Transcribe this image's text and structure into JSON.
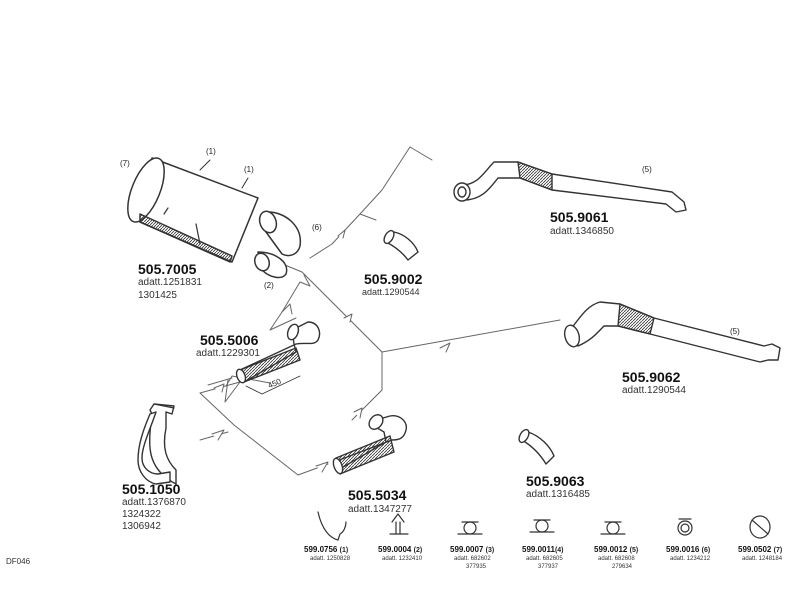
{
  "diagram_code": "DF046",
  "parts": {
    "p7005": {
      "number": "505.7005",
      "adatt1": "adatt.1251831",
      "adatt2": "1301425"
    },
    "p9002": {
      "number": "505.9002",
      "adatt": "adatt.1290544"
    },
    "p9061": {
      "number": "505.9061",
      "adatt": "adatt.1346850"
    },
    "p5006": {
      "number": "505.5006",
      "adatt": "adatt.1229301",
      "length": "450"
    },
    "p9062": {
      "number": "505.9062",
      "adatt": "adatt.1290544"
    },
    "p1050": {
      "number": "505.1050",
      "adatt1": "adatt.1376870",
      "adatt2": "1324322",
      "adatt3": "1306942"
    },
    "p5034": {
      "number": "505.5034",
      "adatt": "adatt.1347277"
    },
    "p9063": {
      "number": "505.9063",
      "adatt": "adatt.1316485"
    }
  },
  "callouts": {
    "c1a": "(1)",
    "c1b": "(1)",
    "c2": "(2)",
    "c6": "(6)",
    "c7": "(7)",
    "c5a": "(5)",
    "c5b": "(5)"
  },
  "hardware": [
    {
      "number": "599.0756",
      "ref": "(1)",
      "adatt": "adatt. 1250828"
    },
    {
      "number": "599.0004",
      "ref": "(2)",
      "adatt": "adatt. 1232410"
    },
    {
      "number": "599.0007",
      "ref": "(3)",
      "adatt": "adatt. 682602",
      "adatt_extra": "377935"
    },
    {
      "number": "599.0011",
      "ref": "(4)",
      "adatt": "adatt. 682605",
      "adatt_extra": "377937"
    },
    {
      "number": "599.0012",
      "ref": "(5)",
      "adatt": "adatt. 682608",
      "adatt_extra": "279634"
    },
    {
      "number": "599.0016",
      "ref": "(6)",
      "adatt": "adatt. 1234212"
    },
    {
      "number": "599.0502",
      "ref": "(7)",
      "adatt": "adatt. 1248184"
    }
  ]
}
